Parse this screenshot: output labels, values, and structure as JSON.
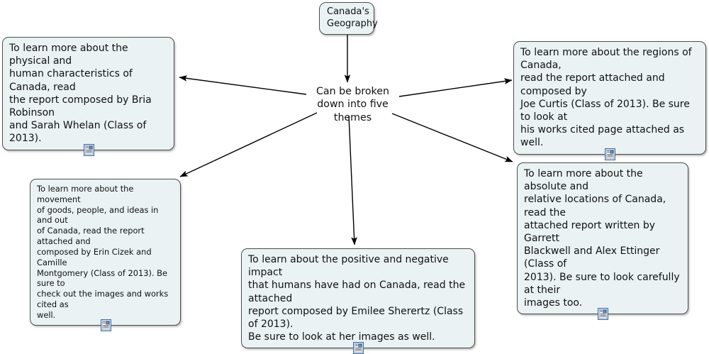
{
  "diagram": {
    "type": "concept-map",
    "title": "Canada's Geography concept map",
    "background_color": "#ffffff",
    "node_fill_color": "#eaf2f4",
    "node_border_color": "#4d4d4d",
    "edge_color": "#000000",
    "icon_accent_color": "#3a6ea5"
  },
  "nodes": {
    "title": {
      "label": "Canada's\nGeography",
      "has_attachment_icon": false
    },
    "center": {
      "label": "Can be broken\ndown into five themes",
      "has_attachment_icon": false
    },
    "physical_human": {
      "label": "To learn more about the physical and\nhuman characteristics of Canada, read\nthe report composed by Bria Robinson\nand Sarah Whelan (Class of 2013).",
      "has_attachment_icon": true,
      "attachment_icon_name": "document-attachment-icon"
    },
    "regions": {
      "label": "To learn more about the regions of Canada,\nread the report attached and composed by\nJoe Curtis (Class of 2013). Be sure to look at\nhis works cited page attached as well.",
      "has_attachment_icon": true,
      "attachment_icon_name": "document-attachment-icon"
    },
    "movement": {
      "label": "To learn more about the movement\nof goods, people, and ideas in and out\nof Canada, read the report attached and\ncomposed by Erin Cizek and Camille\nMontgomery (Class of 2013). Be sure to\ncheck out the images and works cited as\nwell.",
      "has_attachment_icon": true,
      "attachment_icon_name": "document-attachment-icon"
    },
    "location": {
      "label": "To learn more about the absolute and\nrelative locations of Canada, read the\nattached report written by Garrett\nBlackwell and Alex Ettinger (Class of\n2013). Be sure to look carefully at their\nimages too.",
      "has_attachment_icon": true,
      "attachment_icon_name": "document-attachment-icon"
    },
    "human_environment": {
      "label": "To learn about the positive and negative impact\nthat humans have had on Canada, read the attached\nreport composed by Emilee Sherertz (Class of 2013).\nBe sure to look at her images as well.",
      "has_attachment_icon": true,
      "attachment_icon_name": "document-attachment-icon"
    }
  },
  "edges": [
    {
      "from": "title",
      "to": "center",
      "style": "arrow"
    },
    {
      "from": "center",
      "to": "physical_human",
      "style": "arrow"
    },
    {
      "from": "center",
      "to": "regions",
      "style": "arrow"
    },
    {
      "from": "center",
      "to": "movement",
      "style": "arrow"
    },
    {
      "from": "center",
      "to": "location",
      "style": "arrow"
    },
    {
      "from": "center",
      "to": "human_environment",
      "style": "arrow"
    }
  ]
}
